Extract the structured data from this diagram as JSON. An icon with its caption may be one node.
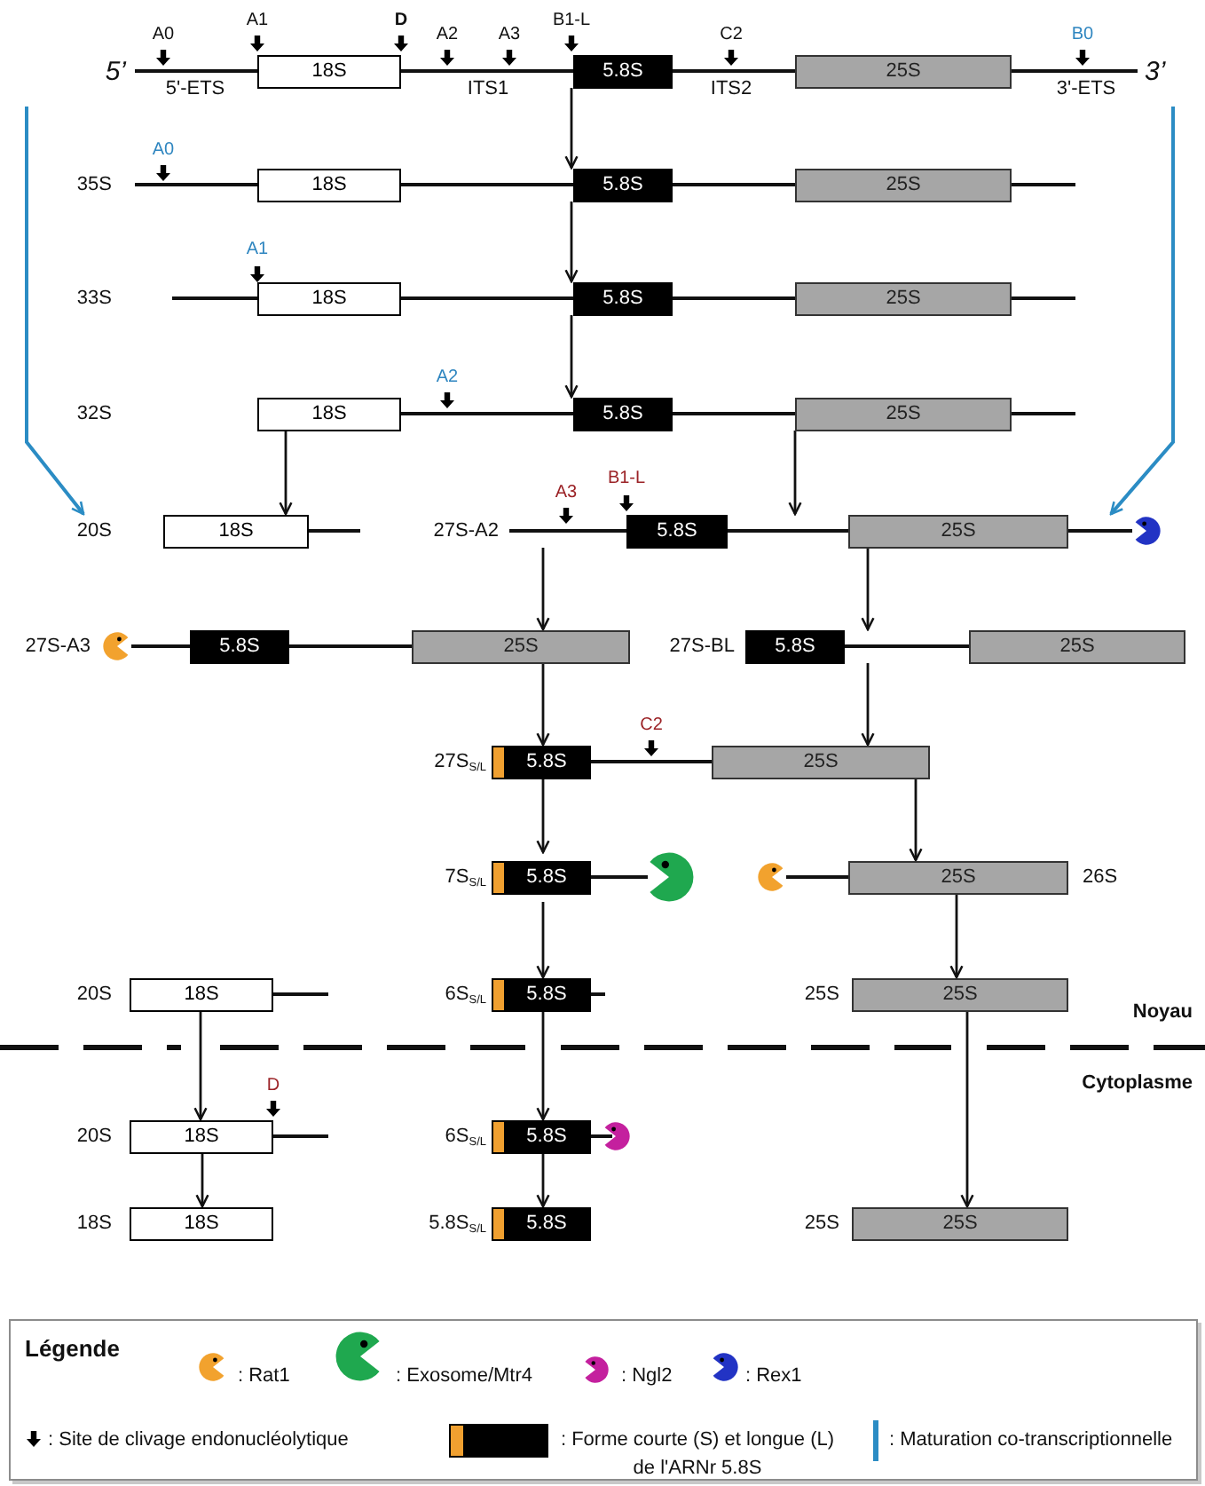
{
  "diagram": {
    "nodes": [
      {
        "text": [
          "18S",
          "5.8S",
          "25S"
        ],
        "beside": [
          "5’",
          "3’"
        ]
      },
      {
        "text": [
          "18S",
          "5.8S",
          "25S"
        ],
        "beside": [
          "35S"
        ]
      },
      {
        "text": [
          "18S",
          "5.8S",
          "25S"
        ],
        "beside": [
          "33S"
        ]
      },
      {
        "text": [
          "18S",
          "5.8S",
          "25S"
        ]
      },
      {
        "text": [
          "18S"
        ],
        "beside": [
          "20S"
        ]
      },
      {
        "text": [
          "5.8S",
          "25S"
        ],
        "beside": [
          "27S-A2"
        ]
      },
      {
        "text": [
          "5.8S",
          "25S"
        ],
        "beside": [
          "27S-A3"
        ]
      },
      {
        "text": [
          "5.8S",
          "25S"
        ],
        "beside": [
          "27S-BL"
        ]
      },
      {
        "text": [
          "5.8S",
          "25S"
        ],
        "beside": [
          "27S$_{S/L}$"
        ]
      },
      {
        "text": [
          "5.8S"
        ],
        "beside": [
          "7S$_{S/L}$"
        ]
      },
      {
        "text": [
          "25S"
        ],
        "beside": [
          "26S"
        ]
      },
      {
        "text": [
          "18S"
        ],
        "beside": [
          "20S"
        ]
      },
      {
        "text": [
          "5.8S"
        ],
        "beside": [
          "6S$_{S/L}$"
        ]
      },
      {
        "text": [
          "25S"
        ],
        "beside": [
          "25S"
        ]
      },
      {
        "text": [
          "18S"
        ],
        "beside": [
          "20S"
        ]
      },
      {
        "text": [
          "5.8S"
        ],
        "beside": [
          "6S$_{S/L}$"
        ]
      },
      {
        "text": [
          "18S"
        ],
        "beside": [
          "18S"
        ]
      },
      {
        "text": [
          "5.8S"
        ],
        "beside": [
          "5.8S$_{S/L}$"
        ]
      },
      {
        "text": [
          "25S"
        ],
        "beside": [
          "25S"
        ]
      }
    ],
    "edges": [
      {
        "from": 0,
        "to": 1,
        "arrow": "to"
      },
      {
        "from": 1,
        "to": 2,
        "arrow": "to"
      },
      {
        "from": 2,
        "to": 3,
        "arrow": "to"
      },
      {
        "from": 3,
        "to": 4,
        "arrow": "to"
      },
      {
        "from": 3,
        "to": 5,
        "arrow": "to"
      },
      {
        "from": null,
        "to": 4,
        "arrow": "to",
        "color": "#2b8cc4"
      },
      {
        "from": null,
        "to": 5,
        "arrow": "to",
        "color": "#2b8cc4"
      },
      {
        "from": 5,
        "to": 6,
        "arrow": "to"
      },
      {
        "from": 5,
        "to": 7,
        "arrow": "to"
      },
      {
        "from": 6,
        "to": 8,
        "arrow": "to"
      },
      {
        "from": 7,
        "to": 8,
        "arrow": "to"
      },
      {
        "from": 8,
        "to": 9,
        "arrow": "to"
      },
      {
        "from": 8,
        "to": 10,
        "arrow": "to"
      },
      {
        "from": 9,
        "to": 12,
        "arrow": "to"
      },
      {
        "from": 10,
        "to": 13,
        "arrow": "to"
      },
      {
        "from": 11,
        "to": 14,
        "arrow": "to"
      },
      {
        "from": 12,
        "to": 15,
        "arrow": "to"
      },
      {
        "from": 13,
        "to": 18,
        "arrow": "to"
      },
      {
        "from": 14,
        "to": 16,
        "arrow": "to"
      },
      {
        "from": 15,
        "to": 17,
        "arrow": "to"
      }
    ],
    "labels": [
      "A0",
      "A1",
      "D",
      "A2",
      "A3",
      "B1-L",
      "C2",
      "B0",
      "5'-ETS",
      "ITS1",
      "ITS2",
      "3'-ETS",
      "A0",
      "A1",
      "A2",
      "32S",
      "A3",
      "B1-L",
      "C2",
      "Noyau",
      "Cytoplasme",
      "D",
      "Légende"
    ],
    "legend": [
      {
        "text": ": Rat1",
        "color": "#f2a22e"
      },
      {
        "text": ": Exosome/Mtr4",
        "color": "#1fa84f"
      },
      {
        "text": ": Ngl2",
        "color": "#c4209e"
      },
      {
        "text": ": Rex1",
        "color": "#2233c4"
      },
      {
        "text": ": Site de clivage endonucléolytique"
      },
      {
        "text": ": Forme courte (S) et longue (L) de l'ARNr 5.8S"
      },
      {
        "text": ": Maturation co-transcriptionnelle"
      }
    ]
  }
}
